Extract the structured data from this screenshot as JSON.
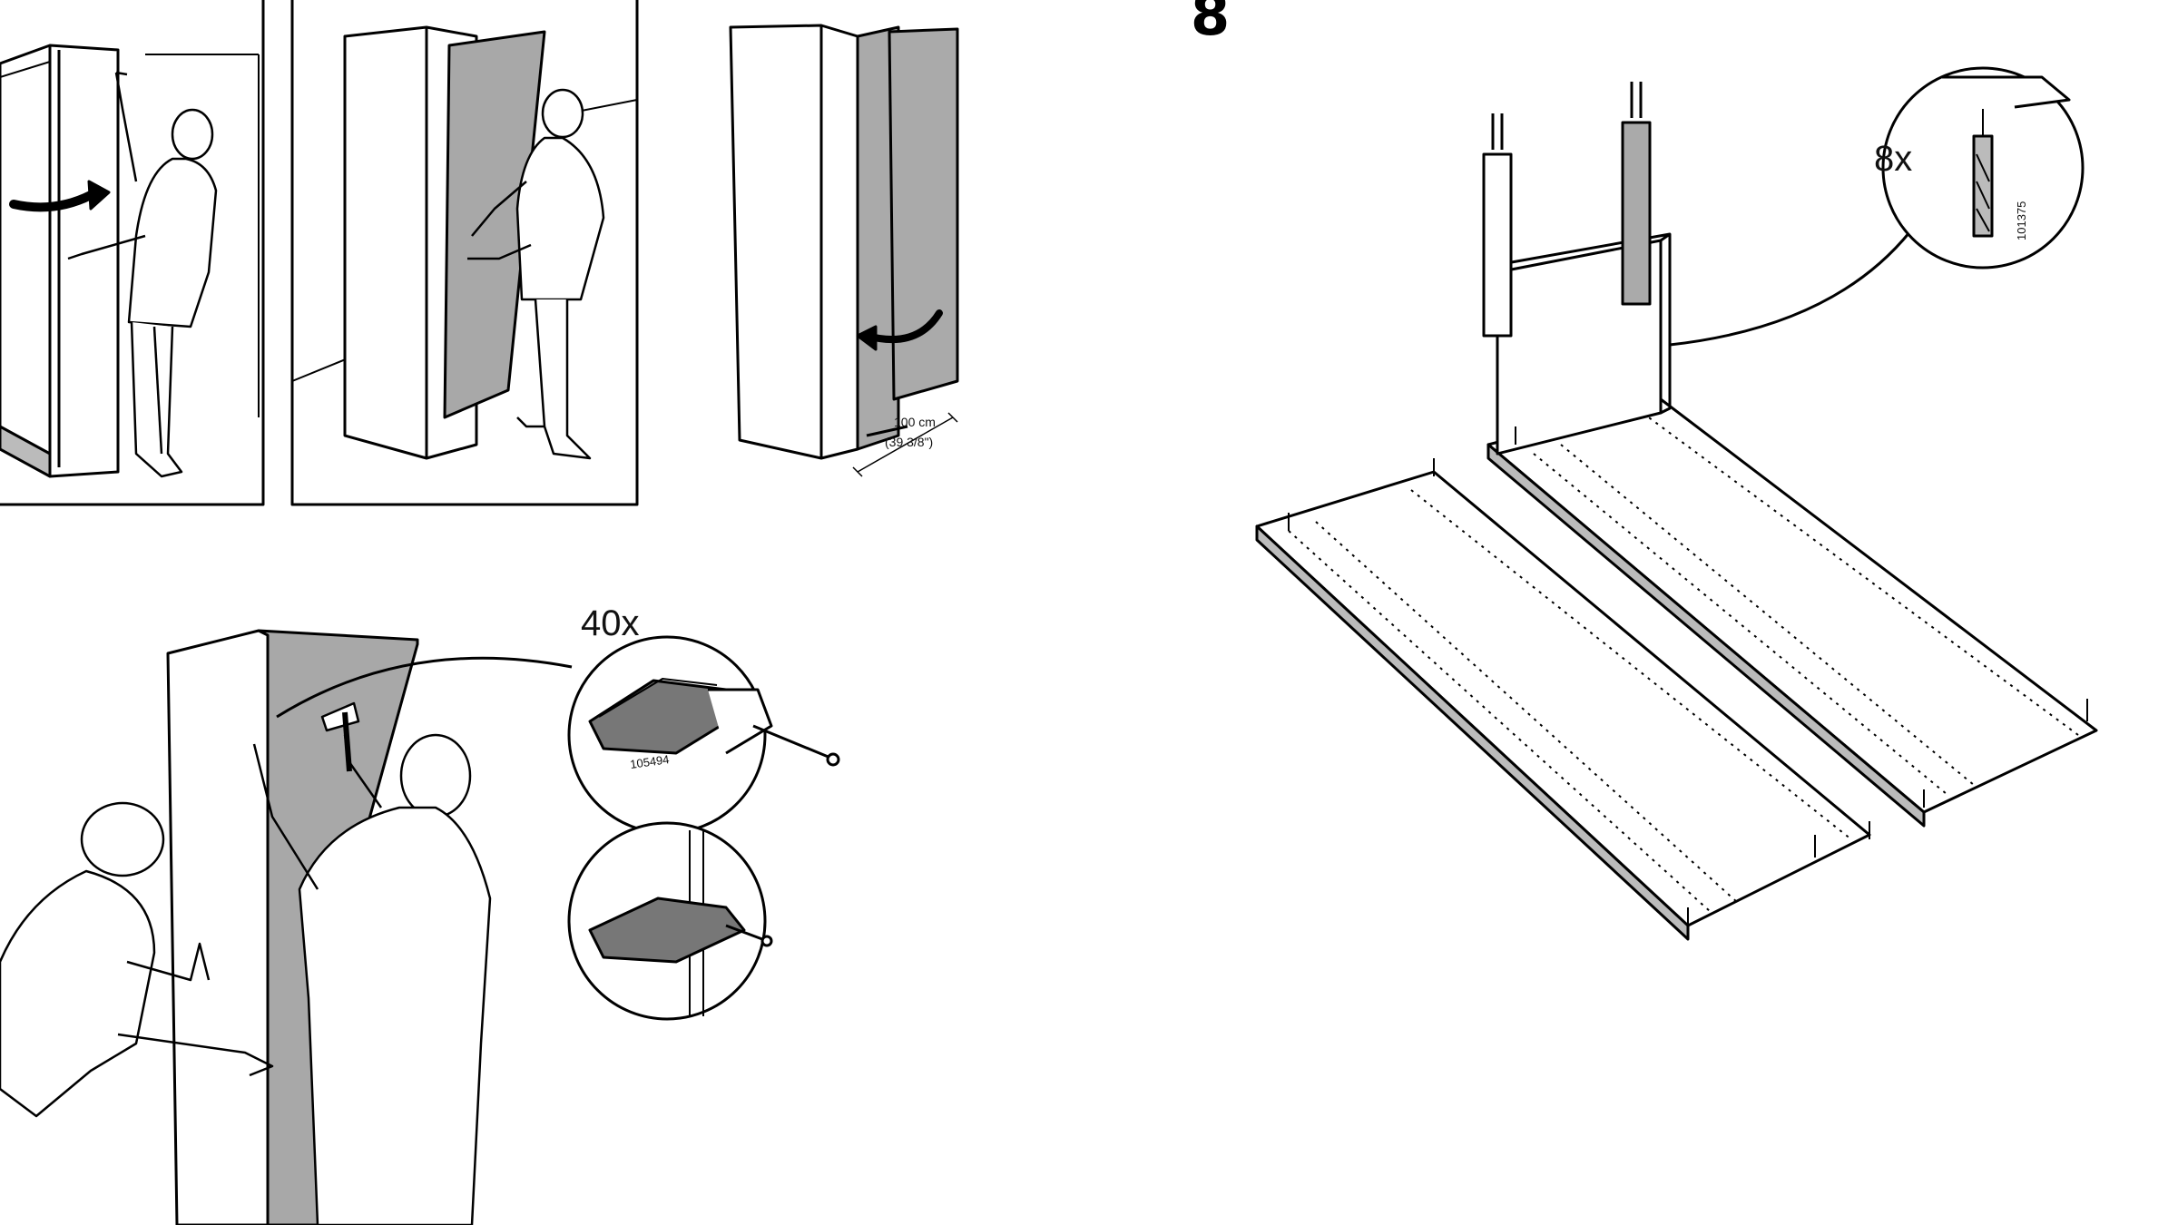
{
  "document": {
    "step_number": "8",
    "wall_panel_1": {
      "measurement_metric": "100 cm",
      "measurement_imperial": "(39 3/8\")"
    },
    "back_panel_nails": {
      "quantity": "40x",
      "part_number": "105494"
    },
    "dowels": {
      "quantity": "8x",
      "part_number": "101375"
    }
  }
}
